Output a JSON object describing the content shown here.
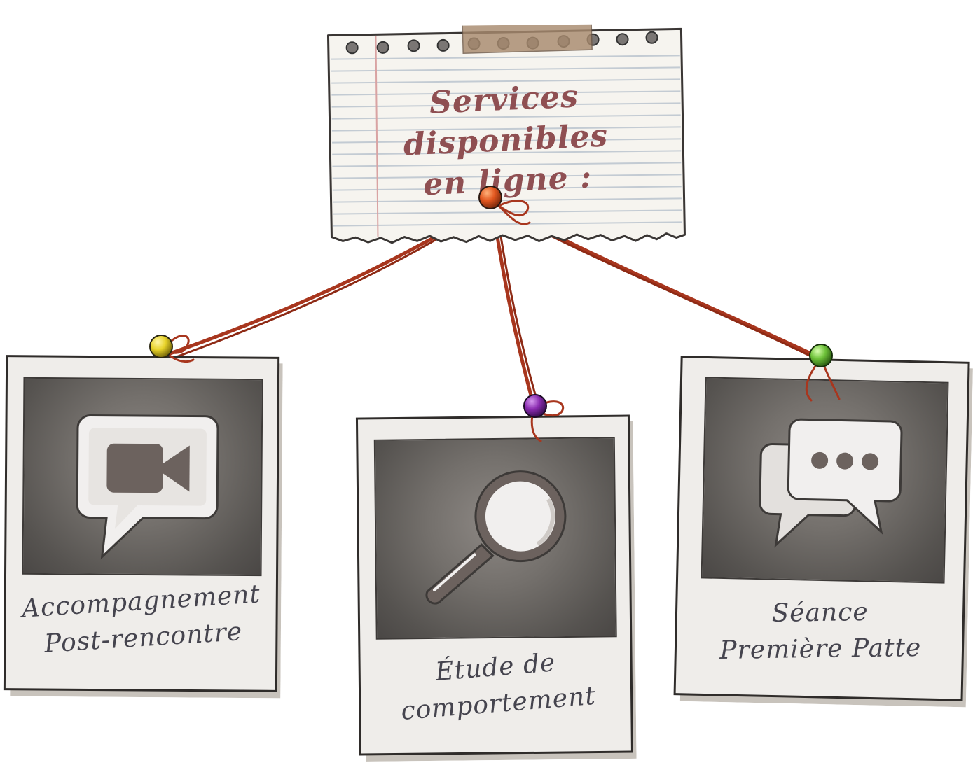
{
  "note": {
    "title_line1": "Services disponibles",
    "title_line2": "en ligne :"
  },
  "services": [
    {
      "caption_line1": "Accompagnement",
      "caption_line2": "Post-rencontre",
      "icon": "video-chat-icon",
      "pin_color": "#e8d32a"
    },
    {
      "caption_line1": "Étude de",
      "caption_line2": "comportement",
      "icon": "magnifying-glass-icon",
      "pin_color": "#8a2bb0"
    },
    {
      "caption_line1": "Séance",
      "caption_line2": "Première Patte",
      "icon": "chat-bubbles-icon",
      "pin_color": "#6ec23a"
    }
  ],
  "colors": {
    "ink_note": "#8f4f52",
    "ink_caption": "#45444e",
    "string": "#a8361e",
    "pin_top": "#e2571f",
    "tape": "#a88a6e"
  }
}
